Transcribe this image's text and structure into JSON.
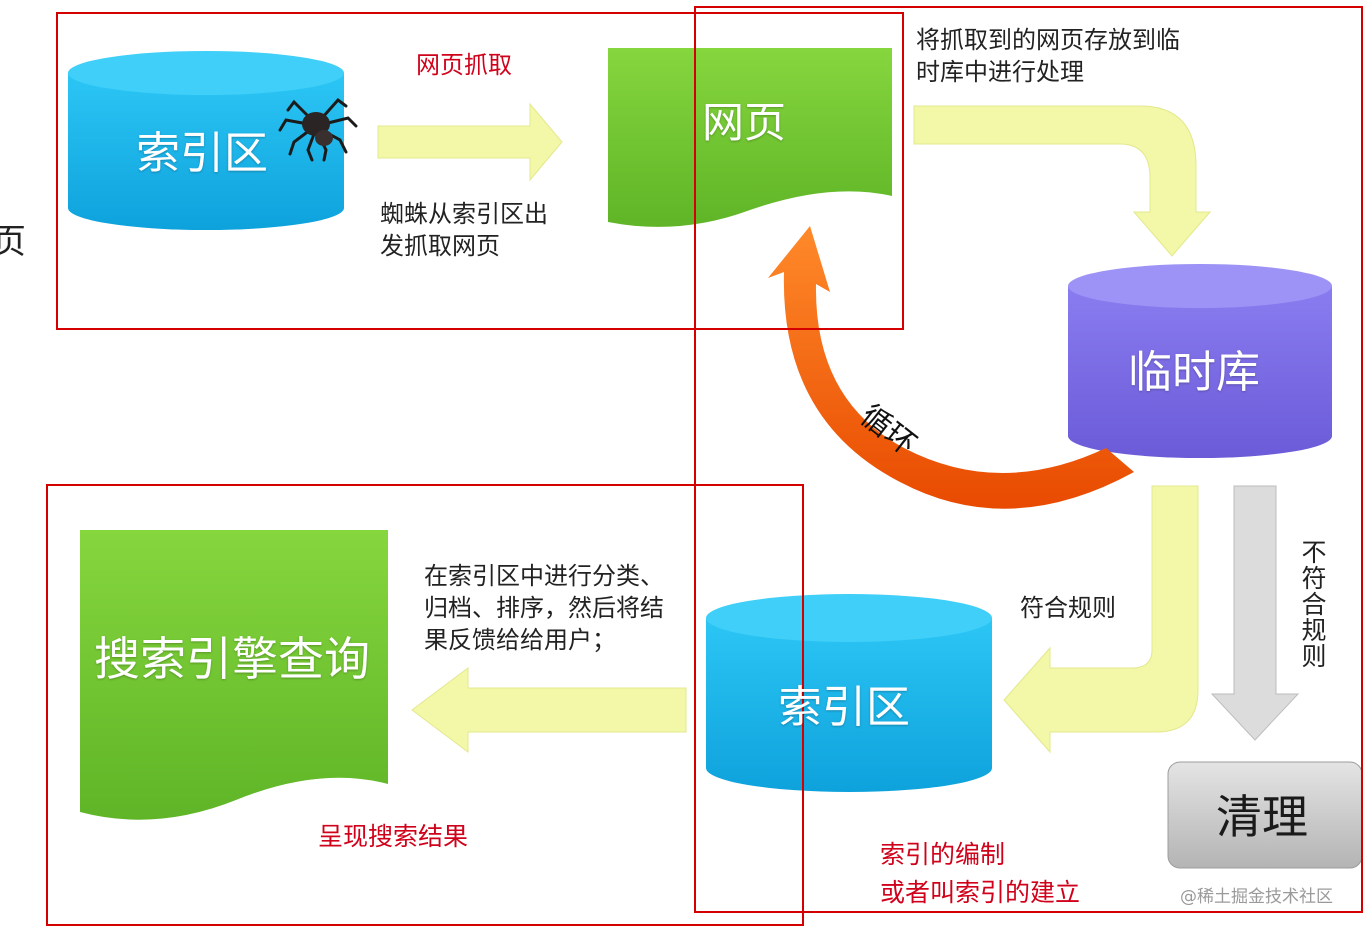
{
  "edge_fragment": "页",
  "nodes": {
    "index_top": "索引区",
    "webpage": "网页",
    "temp_store": "临时库",
    "index_bottom": "索引区",
    "search_query": "搜索引擎查询",
    "cleanup": "清理"
  },
  "edges": {
    "crawl_label": "网页抓取",
    "spider_desc": "蜘蛛从索引区出\n发抓取网页",
    "store_desc": "将抓取到的网页存放到临\n时库中进行处理",
    "loop_label": "循环",
    "match_rule": "符合规则",
    "not_match_rule": [
      "不",
      "符",
      "合",
      "规",
      "则"
    ],
    "classify_desc": "在索引区中进行分类、\n归档、排序，然后将结\n果反馈给给用户；"
  },
  "annotations": {
    "present_results": "呈现搜索结果",
    "index_build_line1": "索引的编制",
    "index_build_line2": "或者叫索引的建立",
    "watermark": "@稀土掘金技术社区"
  },
  "colors": {
    "cyan": "#16b4ea",
    "green": "#71c932",
    "purple": "#7b6be6",
    "yellow": "#f3f7a8",
    "orange": "#f05a0a",
    "gray": "#c8c8c8",
    "red_frame": "#d40000"
  }
}
